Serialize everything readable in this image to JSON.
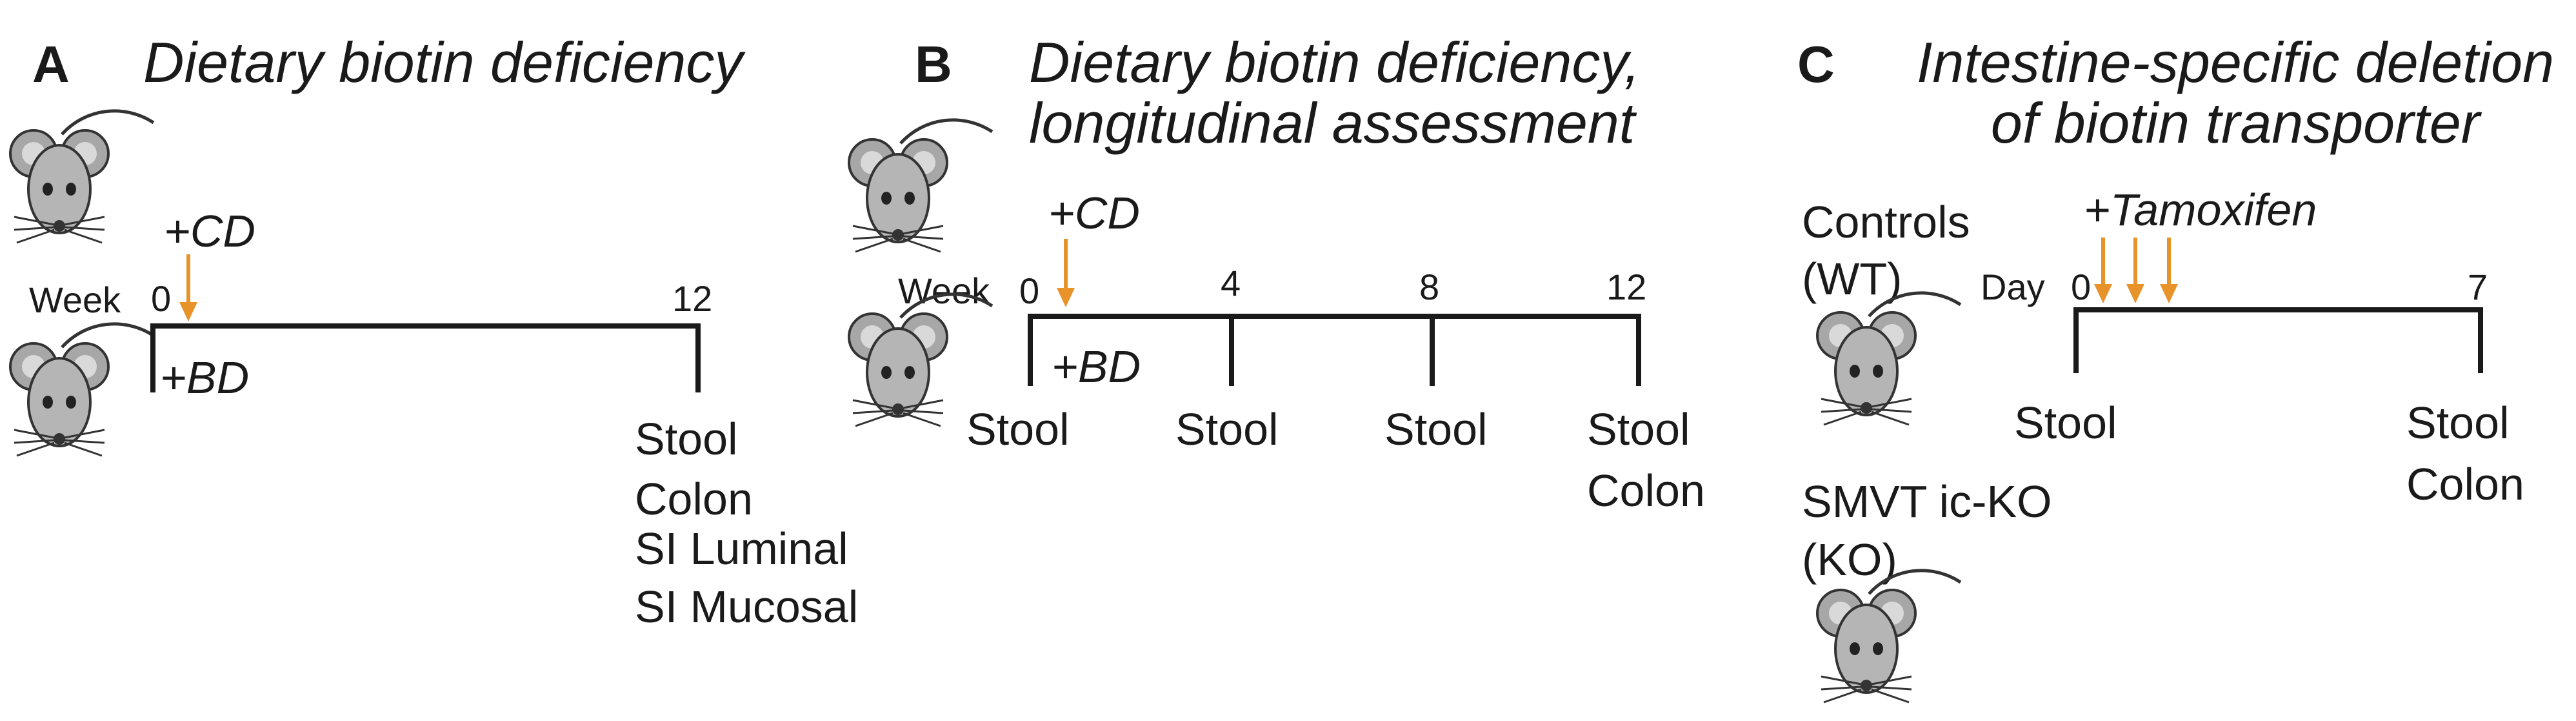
{
  "panels": [
    {
      "letter": "A",
      "title_lines": [
        "Dietary biotin deficiency"
      ],
      "axis_label": "Week",
      "ticks": [
        "0",
        "12"
      ],
      "treatment_top": "+CD",
      "treatment_bottom": "+BD",
      "sample_groups": [
        [
          "Stool",
          "Colon",
          "SI Luminal",
          "SI Mucosal"
        ]
      ]
    },
    {
      "letter": "B",
      "title_lines": [
        "Dietary biotin deficiency,",
        "longitudinal assessment"
      ],
      "axis_label": "Week",
      "ticks": [
        "0",
        "4",
        "8",
        "12"
      ],
      "treatment_top": "+CD",
      "treatment_bottom": "+BD",
      "sample_groups": [
        [
          "Stool"
        ],
        [
          "Stool"
        ],
        [
          "Stool"
        ],
        [
          "Stool",
          "Colon"
        ]
      ]
    },
    {
      "letter": "C",
      "title_lines": [
        "Intestine-specific deletion",
        "of biotin transporter"
      ],
      "axis_label": "Day",
      "ticks": [
        "0",
        "7"
      ],
      "treatment_top": "+Tamoxifen",
      "groups": [
        {
          "name": "Controls",
          "abbr": "(WT)"
        },
        {
          "name": "SMVT ic-KO",
          "abbr": "(KO)"
        }
      ],
      "sample_groups": [
        [
          "Stool"
        ],
        [
          "Stool",
          "Colon"
        ]
      ]
    }
  ],
  "icons": {
    "mouse": "mouse-icon",
    "arrow": "treatment-arrow-icon"
  },
  "colors": {
    "arrow": "#E8922A",
    "line": "#1a1a1a",
    "mouse_body": "#b5b5b5",
    "mouse_ear": "#a7a7a7"
  }
}
